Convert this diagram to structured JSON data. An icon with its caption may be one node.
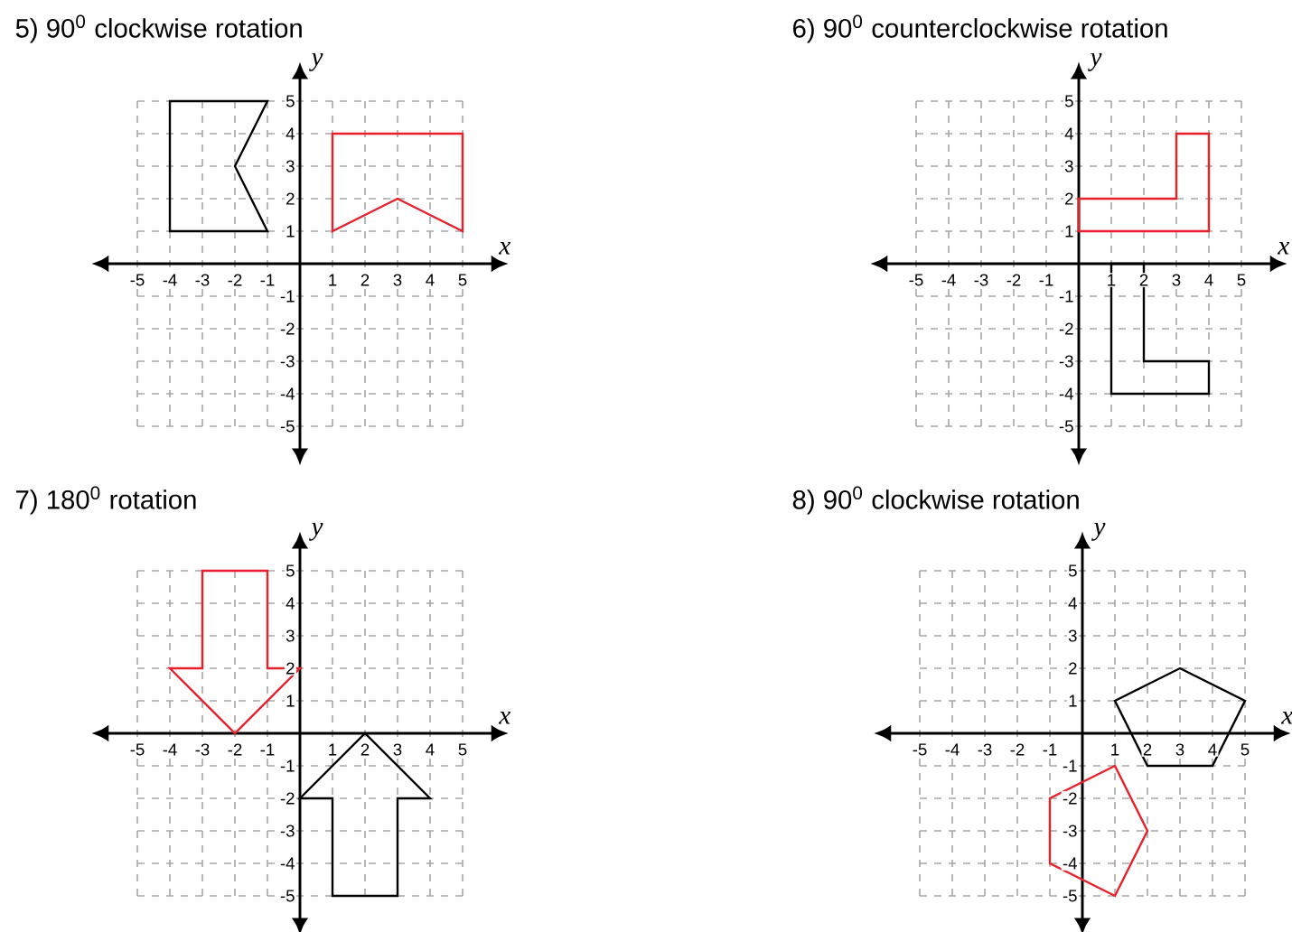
{
  "diagram": {
    "labels": [
      "5)    90$^{0}$ clockwise rotation",
      "y",
      "x",
      "-5",
      "-4",
      "-3",
      "-2",
      "-1",
      "1",
      "2",
      "3",
      "4",
      "5",
      "5",
      "4",
      "3",
      "2",
      "1",
      "-1",
      "-2",
      "-3",
      "-4",
      "-5",
      "6)    90$^{0}$ counterclockwise rotation",
      "y",
      "x",
      "-5",
      "-4",
      "-3",
      "-2",
      "-1",
      "1",
      "2",
      "3",
      "4",
      "5",
      "5",
      "4",
      "3",
      "2",
      "1",
      "-1",
      "-2",
      "-3",
      "-4",
      "-5",
      "7)    180$^{0}$ rotation",
      "y",
      "x",
      "-5",
      "-4",
      "-3",
      "-2",
      "-1",
      "1",
      "2",
      "3",
      "4",
      "5",
      "5",
      "4",
      "3",
      "2",
      "1",
      "-1",
      "-2",
      "-3",
      "-4",
      "-5",
      "8)    90$^{0}$ clockwise rotation",
      "y",
      "x",
      "-5",
      "-4",
      "-3",
      "-2",
      "-1",
      "1",
      "2",
      "3",
      "4",
      "5",
      "5",
      "4",
      "3",
      "2",
      "1",
      "-1",
      "-2",
      "-3",
      "-4",
      "-5"
    ]
  }
}
